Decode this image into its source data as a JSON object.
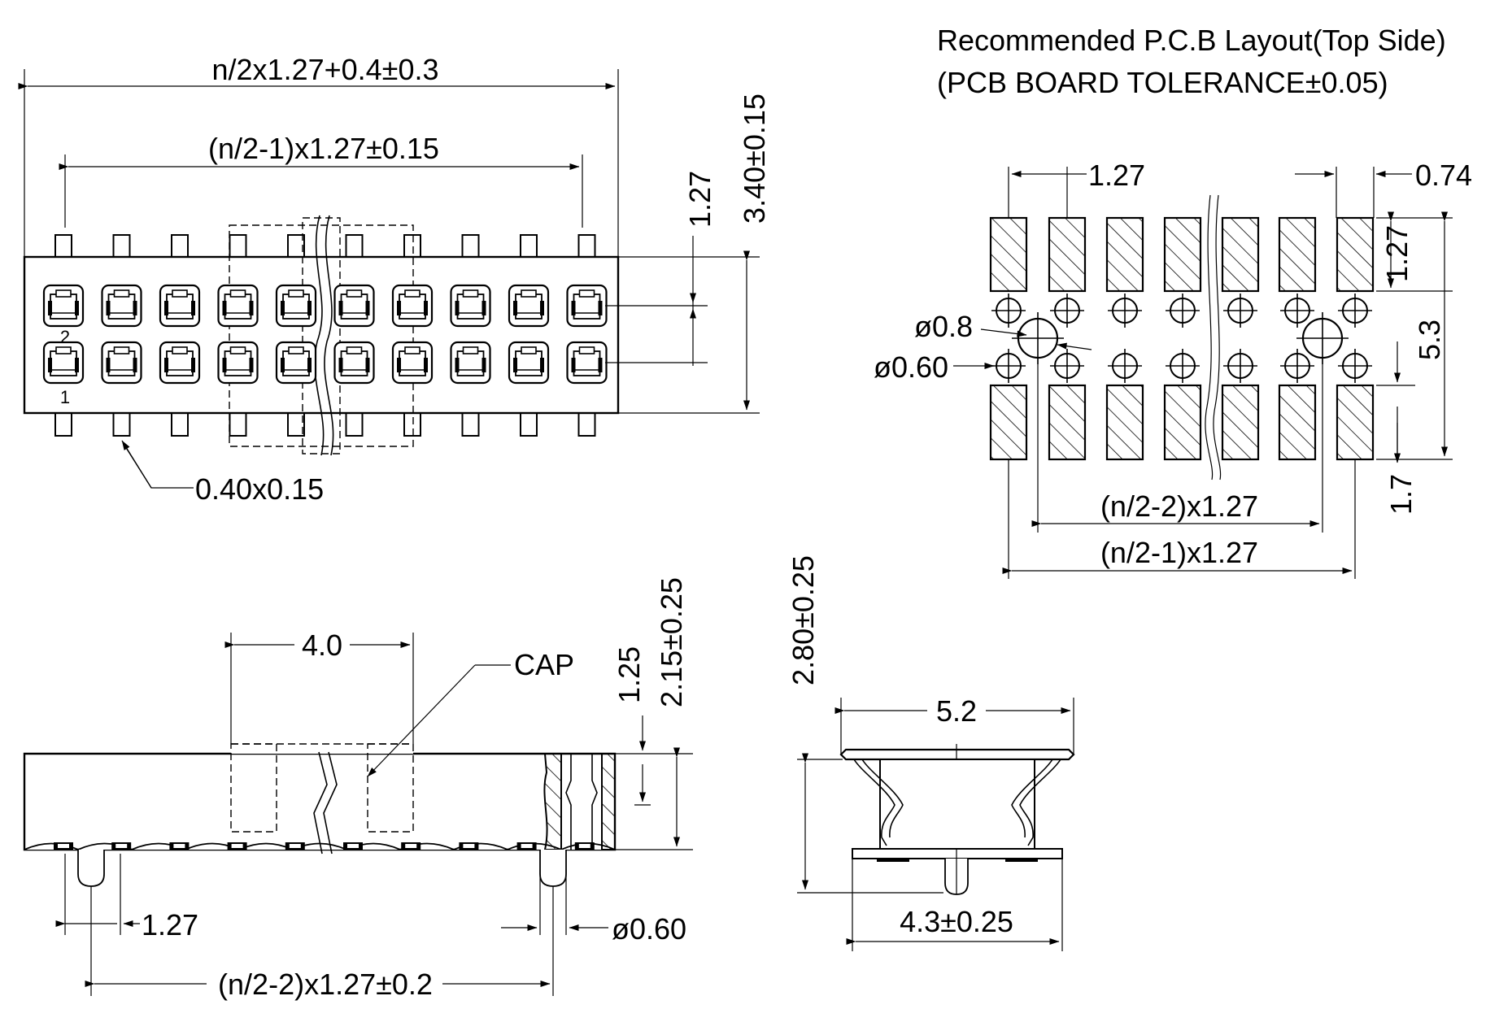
{
  "pcb_layout": {
    "title": "Recommended P.C.B Layout(Top Side)",
    "subtitle": "(PCB BOARD TOLERANCE±0.05)",
    "dims": {
      "pitch": "1.27",
      "pad_width": "0.74",
      "pad_length": "1.27",
      "row_span": "5.3",
      "pad_gap": "1.7",
      "hole_large": "ø0.8",
      "hole_small": "ø0.60",
      "inner_span": "(n/2-2)x1.27",
      "outer_span": "(n/2-1)x1.27"
    }
  },
  "top_view": {
    "overall_length": "n/2x1.27+0.4±0.3",
    "pin_span": "(n/2-1)x1.27±0.15",
    "row_pitch": "1.27",
    "body_width": "3.40±0.15",
    "pin_size": "0.40x0.15",
    "pin1_label": "1",
    "pin2_label": "2"
  },
  "front_view": {
    "cap_width": "4.0",
    "cap_label": "CAP",
    "height_a": "1.25",
    "height_b": "2.15±0.25",
    "pitch": "1.27",
    "post_dia": "ø0.60",
    "post_span": "(n/2-2)x1.27±0.2"
  },
  "side_view": {
    "height": "2.80±0.25",
    "width_top": "5.2",
    "width_bottom": "4.3±0.25"
  }
}
